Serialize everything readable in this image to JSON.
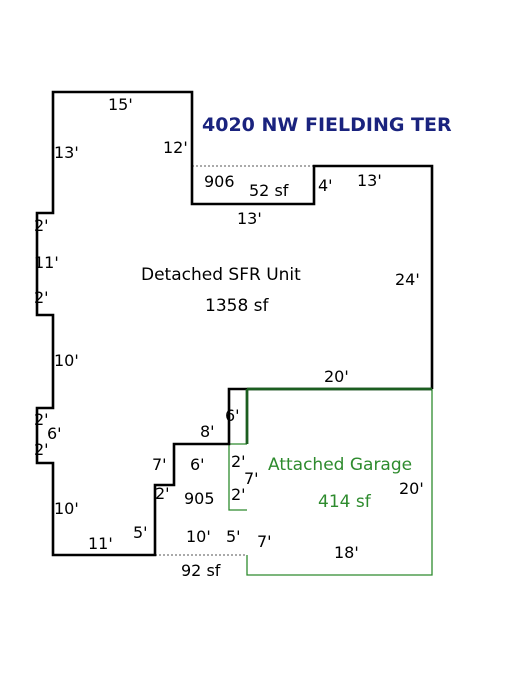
{
  "title": "4020 NW FIELDING TER",
  "colors": {
    "title": "#1a237e",
    "outline": "#000000",
    "garage_outline": "#2e8b2e",
    "garage_text": "#2e8b2e",
    "shared_wall": "#1b5e20",
    "dotted": "#555555"
  },
  "areas": {
    "main_name": "Detached SFR Unit",
    "main_sf": "1358 sf",
    "garage_name": "Attached Garage",
    "garage_sf": "414 sf",
    "small_top_sf": "52 sf",
    "small_bottom_sf": "92 sf",
    "code_top": "906",
    "code_bottom": "905"
  },
  "dims": {
    "top_15": "15'",
    "left_13": "13'",
    "notch_12": "12'",
    "left_2a": "2'",
    "left_11": "11'",
    "left_2b": "2'",
    "left_10a": "10'",
    "left_2c": "2'",
    "left_6": "6'",
    "left_2d": "2'",
    "left_10b": "10'",
    "bottom_11": "11'",
    "step_5a": "5'",
    "step_2a": "2'",
    "step_7a": "7'",
    "step_6a": "6'",
    "step_8": "8'",
    "step_6b": "6'",
    "inner_10": "10'",
    "inner_5": "5'",
    "gar_2a": "2'",
    "gar_7a": "7'",
    "gar_2b": "2'",
    "gar_7b": "7'",
    "mid_13": "13'",
    "top_4": "4'",
    "top_13": "13'",
    "right_24": "24'",
    "wall_20": "20'",
    "gar_20": "20'",
    "gar_18": "18'"
  }
}
